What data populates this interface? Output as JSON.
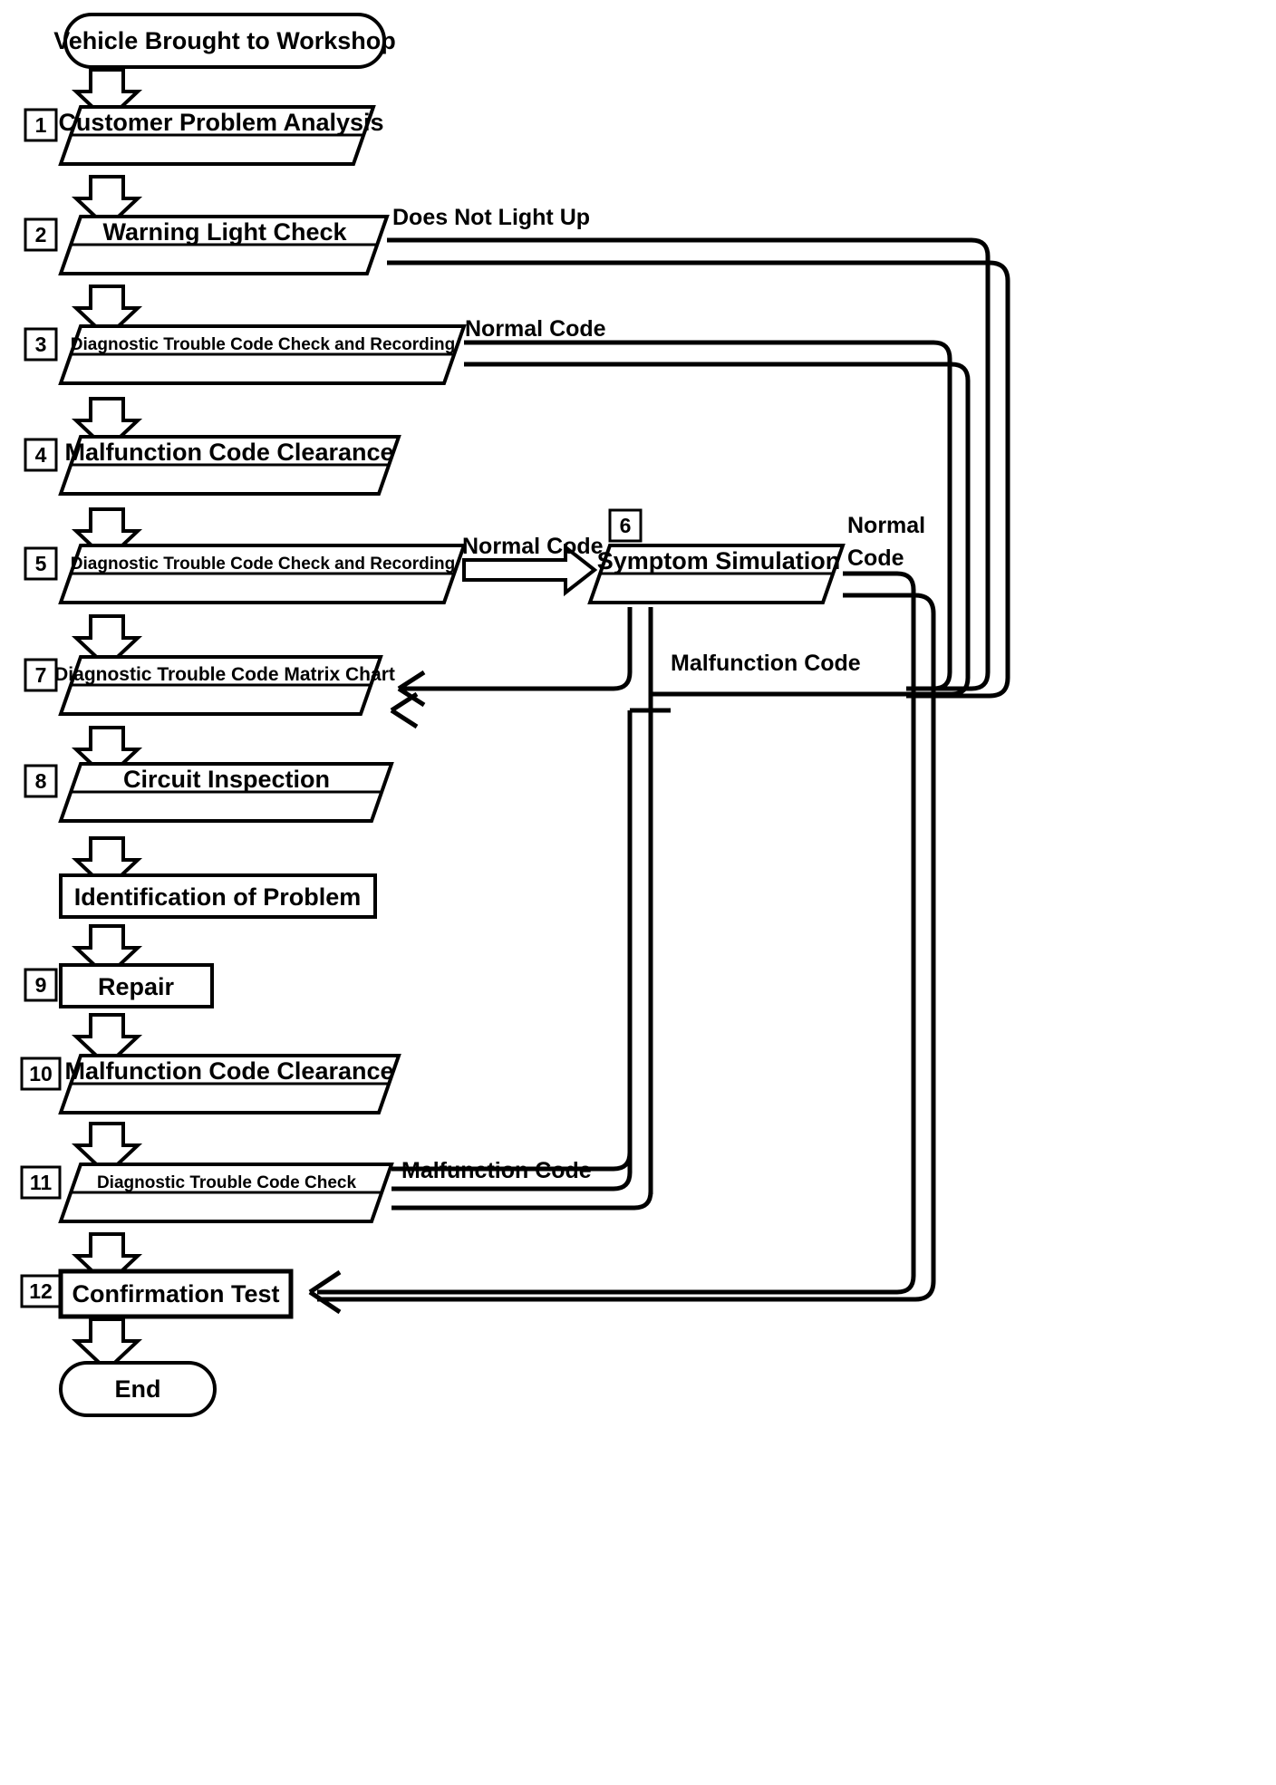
{
  "diagram": {
    "title": "Vehicle Diagnostic Troubleshooting Flowchart",
    "type": "flowchart",
    "line_color": "#000000",
    "fill_color": "#ffffff",
    "start_node": {
      "label": "Vehicle Brought to Workshop",
      "shape": "stadium"
    },
    "end_node": {
      "label": "End",
      "shape": "stadium"
    },
    "steps": [
      {
        "num": "1",
        "label": "Customer Problem Analysis",
        "shape": "parallelogram"
      },
      {
        "num": "2",
        "label": "Warning Light Check",
        "shape": "parallelogram"
      },
      {
        "num": "3",
        "label": "Diagnostic Trouble Code Check and Recording",
        "shape": "parallelogram"
      },
      {
        "num": "4",
        "label": "Malfunction Code Clearance",
        "shape": "parallelogram"
      },
      {
        "num": "5",
        "label": "Diagnostic Trouble Code Check and Recording",
        "shape": "parallelogram"
      },
      {
        "num": "6",
        "label": "Symptom Simulation",
        "shape": "parallelogram"
      },
      {
        "num": "7",
        "label": "Diagnostic Trouble Code Matrix Chart",
        "shape": "parallelogram"
      },
      {
        "num": "8",
        "label": "Circuit Inspection",
        "shape": "parallelogram"
      },
      {
        "num": "",
        "label": "Identification of Problem",
        "shape": "rectangle"
      },
      {
        "num": "9",
        "label": "Repair",
        "shape": "rectangle"
      },
      {
        "num": "10",
        "label": "Malfunction Code Clearance",
        "shape": "parallelogram"
      },
      {
        "num": "11",
        "label": "Diagnostic Trouble Code Check",
        "shape": "parallelogram"
      },
      {
        "num": "12",
        "label": "Confirmation Test",
        "shape": "rectangle"
      }
    ],
    "branch_labels": {
      "does_not_light_up": "Does Not Light Up",
      "normal_code_3": "Normal Code",
      "normal_code_5": "Normal Code",
      "normal_code_6_line1": "Normal",
      "normal_code_6_line2": "Code",
      "malfunction_code_6": "Malfunction Code",
      "malfunction_code_11": "Malfunction Code"
    }
  }
}
